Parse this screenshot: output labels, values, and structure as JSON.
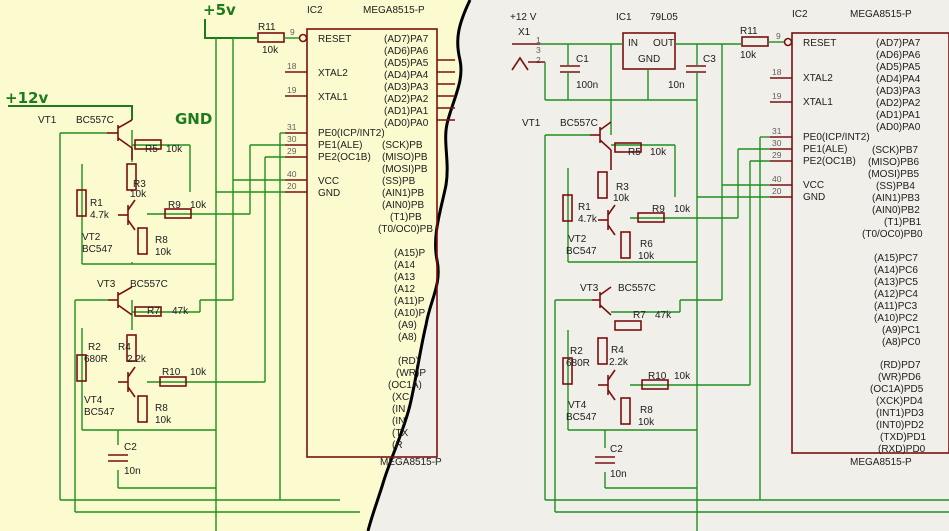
{
  "left_panel": {
    "handwritten": {
      "plus5": "+5v",
      "plus12": "+12v",
      "gnd": "GND"
    },
    "ic": {
      "ref": "IC2",
      "part": "MEGA8515-P"
    },
    "pins": [
      {
        "num": "9",
        "name": "RESET"
      },
      {
        "num": "18",
        "name": "XTAL2"
      },
      {
        "num": "19",
        "name": "XTAL1"
      },
      {
        "num": "31",
        "name": "PE0(ICP/INT2)"
      },
      {
        "num": "30",
        "name": "PE1(ALE)"
      },
      {
        "num": "29",
        "name": "PE2(OC1B)"
      },
      {
        "num": "40",
        "name": "VCC"
      },
      {
        "num": "20",
        "name": "GND"
      }
    ],
    "ports_a": [
      "(AD7)PA7",
      "(AD6)PA6",
      "(AD5)PA5",
      "(AD4)PA4",
      "(AD3)PA3",
      "(AD2)PA2",
      "(AD1)PA1",
      "(AD0)PA0"
    ],
    "ports_b": [
      "(SCK)PB",
      "(MISO)PB",
      "(MOSI)PB",
      "(SS)PB",
      "(AIN1)PB",
      "(AIN0)PB",
      "(T1)PB",
      "(T0/OC0)PB"
    ],
    "ports_c": [
      "(A15)P",
      "(A14",
      "(A13",
      "(A12",
      "(A11)P",
      "(A10)P",
      "(A9)",
      "(A8)"
    ],
    "ports_d": [
      "(RD)",
      "(WR)P",
      "(OC1A)",
      "(XC",
      "(IN",
      "(IN",
      "(TX",
      "(R"
    ],
    "parts": {
      "r11": "R11",
      "r11v": "10k",
      "vt1": "VT1",
      "bc557c_1": "BC557C",
      "r5": "R5",
      "r5v": "10k",
      "r3": "R3",
      "r3v": "10k",
      "r1": "R1",
      "r1v": "4.7k",
      "r9": "R9",
      "r9v": "10k",
      "vt2": "VT2",
      "bc547_1": "BC547",
      "r8a": "R8",
      "r8av": "10k",
      "vt3": "VT3",
      "bc557c_2": "BC557C",
      "r7": "R7",
      "r7v": "47k",
      "r2": "R2",
      "r2v": "680R",
      "r4": "R4",
      "r4v": "2.2k",
      "r10": "R10",
      "r10v": "10k",
      "vt4": "VT4",
      "bc547_2": "BC547",
      "r8b": "R8",
      "r8bv": "10k",
      "c2": "C2",
      "c2v": "10n"
    }
  },
  "right_panel": {
    "supply": "+12 V",
    "x1": "X1",
    "x1_pins": [
      "1",
      "3",
      "2"
    ],
    "ic1": "IC1",
    "ic1_part": "79L05",
    "ic1_in": "IN",
    "ic1_out": "OUT",
    "ic1_gnd": "GND",
    "c1": "C1",
    "c1v": "100n",
    "c3": "C3",
    "c3v": "10n",
    "ic": {
      "ref": "IC2",
      "part": "MEGA8515-P"
    },
    "pins": [
      {
        "num": "9",
        "name": "RESET"
      },
      {
        "num": "18",
        "name": "XTAL2"
      },
      {
        "num": "19",
        "name": "XTAL1"
      },
      {
        "num": "31",
        "name": "PE0(ICP/INT2)"
      },
      {
        "num": "30",
        "name": "PE1(ALE)"
      },
      {
        "num": "29",
        "name": "PE2(OC1B)"
      },
      {
        "num": "40",
        "name": "VCC"
      },
      {
        "num": "20",
        "name": "GND"
      }
    ],
    "ports_a": [
      "(AD7)PA7",
      "(AD6)PA6",
      "(AD5)PA5",
      "(AD4)PA4",
      "(AD3)PA3",
      "(AD2)PA2",
      "(AD1)PA1",
      "(AD0)PA0"
    ],
    "ports_b": [
      "(SCK)PB7",
      "(MISO)PB6",
      "(MOSI)PB5",
      "(SS)PB4",
      "(AIN1)PB3",
      "(AIN0)PB2",
      "(T1)PB1",
      "(T0/OC0)PB0"
    ],
    "ports_c": [
      "(A15)PC7",
      "(A14)PC6",
      "(A13)PC5",
      "(A12)PC4",
      "(A11)PC3",
      "(A10)PC2",
      "(A9)PC1",
      "(A8)PC0"
    ],
    "ports_d": [
      "(RD)PD7",
      "(WR)PD6",
      "(OC1A)PD5",
      "(XCK)PD4",
      "(INT1)PD3",
      "(INT0)PD2",
      "(TXD)PD1",
      "(RXD)PD0"
    ],
    "parts": {
      "r11": "R11",
      "r11v": "10k",
      "vt1": "VT1",
      "bc557c_1": "BC557C",
      "r5": "R5",
      "r5v": "10k",
      "r3": "R3",
      "r3v": "10k",
      "r1": "R1",
      "r1v": "4.7k",
      "r9": "R9",
      "r9v": "10k",
      "vt2": "VT2",
      "bc547_1": "BC547",
      "r6": "R6",
      "r6v": "10k",
      "vt3": "VT3",
      "bc557c_2": "BC557C",
      "r7": "R7",
      "r7v": "47k",
      "r2": "R2",
      "r2v": "680R",
      "r4": "R4",
      "r4v": "2.2k",
      "r10": "R10",
      "r10v": "10k",
      "vt4": "VT4",
      "bc547_2": "BC547",
      "r8": "R8",
      "r8v": "10k",
      "c2": "C2",
      "c2v": "10n"
    }
  },
  "colors": {
    "left_bg": "#fbfbcf",
    "right_bg": "#f1efe9",
    "wire": "#1f8f1f",
    "component": "#7a1010",
    "marker": "#1f7a1f"
  }
}
